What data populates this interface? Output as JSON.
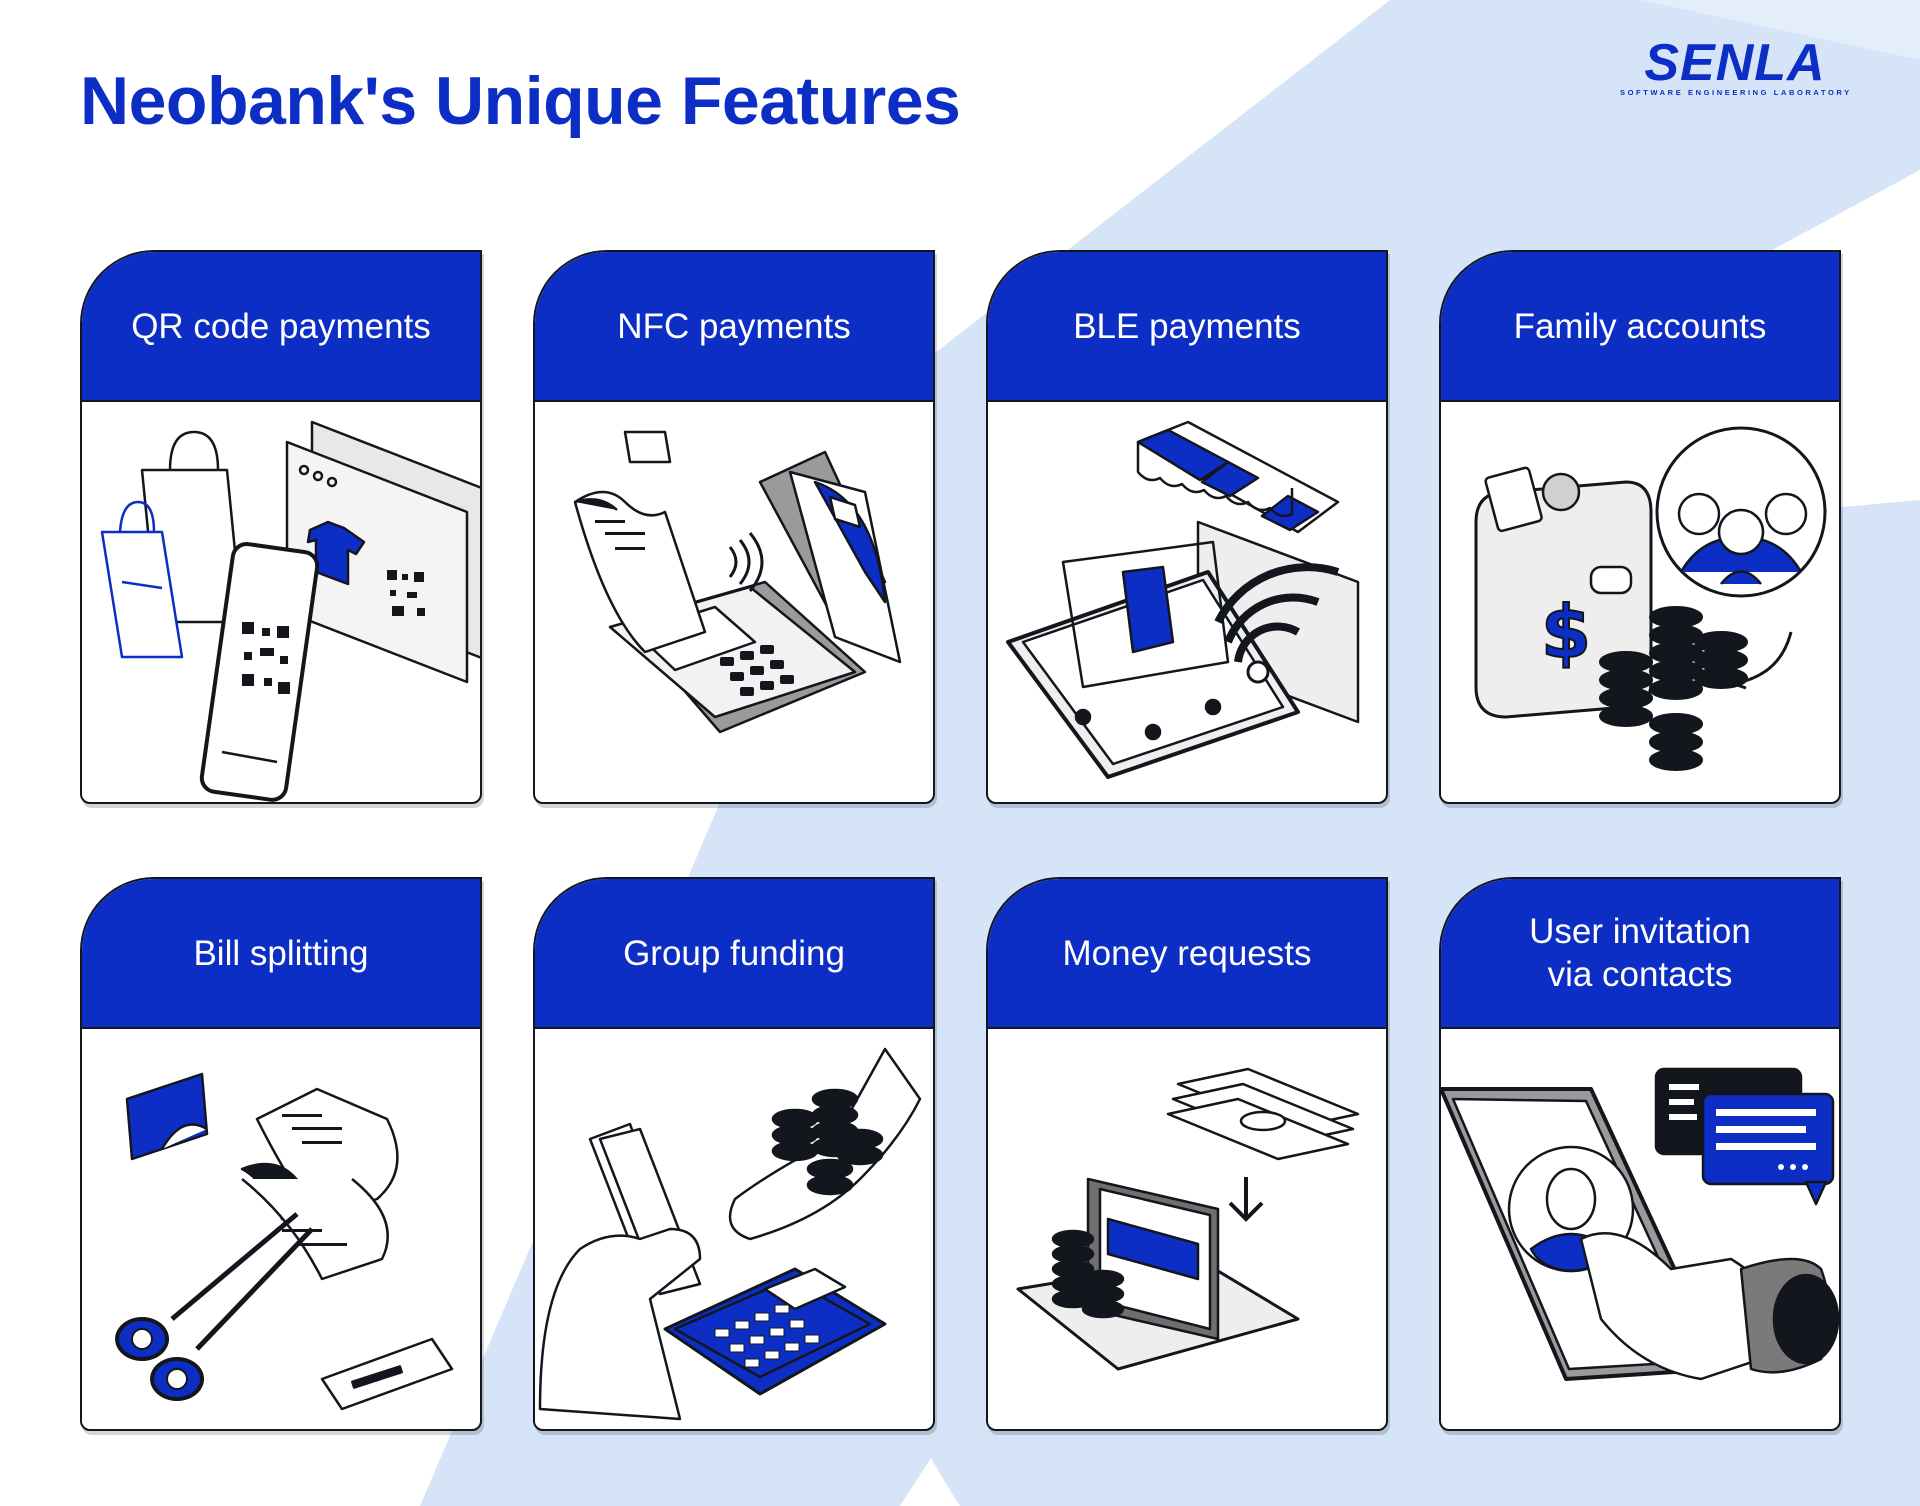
{
  "title": "Neobank's Unique Features",
  "logo": {
    "word": "SENLA",
    "subtitle": "SOFTWARE ENGINEERING LABORATORY"
  },
  "colors": {
    "brand_blue": "#0d2ec4",
    "light_blue": "#d6e4f8",
    "ink": "#13161d",
    "gray": "#9a9a9a"
  },
  "features": [
    {
      "label": "QR code payments",
      "icon": "qr-code-payment-illustration"
    },
    {
      "label": "NFC payments",
      "icon": "nfc-terminal-illustration"
    },
    {
      "label": "BLE payments",
      "icon": "ble-store-cart-illustration"
    },
    {
      "label": "Family accounts",
      "icon": "family-wallet-illustration"
    },
    {
      "label": "Bill splitting",
      "icon": "scissors-receipt-illustration"
    },
    {
      "label": "Group funding",
      "icon": "cash-coins-calculator-illustration"
    },
    {
      "label": "Money requests",
      "icon": "laptop-money-request-illustration"
    },
    {
      "label": "User invitation\nvia contacts",
      "icon": "phone-contacts-chat-illustration"
    }
  ]
}
